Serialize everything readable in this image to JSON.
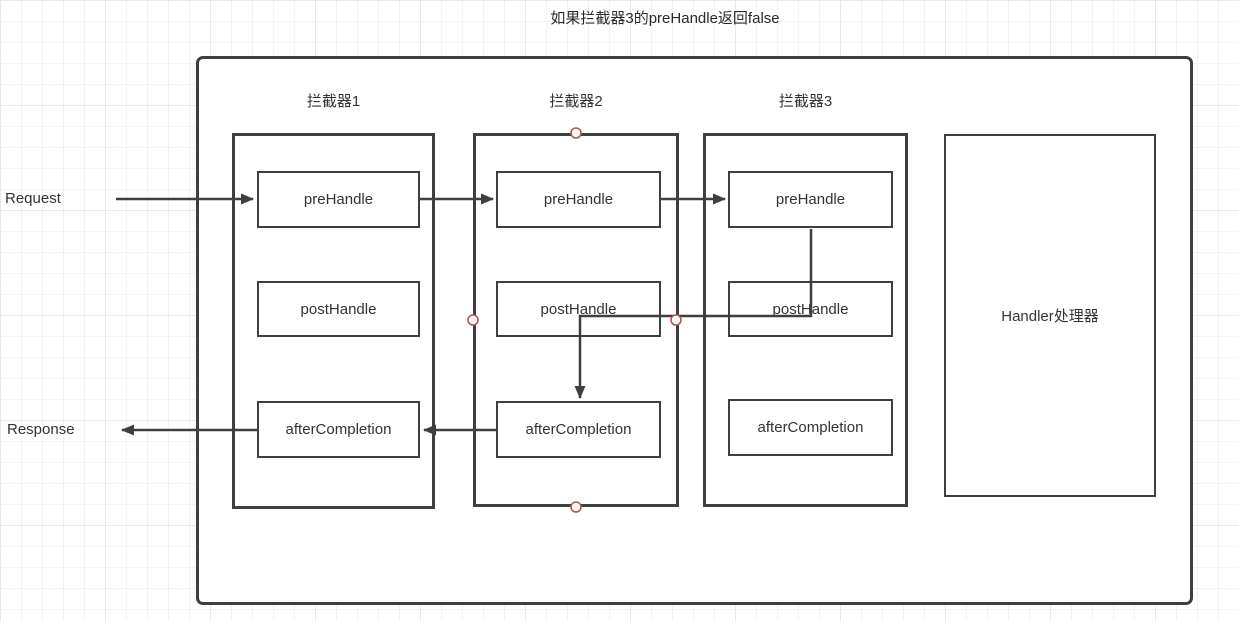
{
  "title": "如果拦截器3的preHandle返回false",
  "flow_labels": {
    "request": "Request",
    "response": "Response"
  },
  "interceptors": [
    {
      "label": "拦截器1",
      "boxes": [
        "preHandle",
        "postHandle",
        "afterCompletion"
      ]
    },
    {
      "label": "拦截器2",
      "boxes": [
        "preHandle",
        "postHandle",
        "afterCompletion"
      ]
    },
    {
      "label": "拦截器3",
      "boxes": [
        "preHandle",
        "postHandle",
        "afterCompletion"
      ]
    }
  ],
  "handler": {
    "label": "Handler处理器"
  },
  "colors": {
    "line": "#3f3f3f",
    "text": "#333333",
    "connection_point_stroke": "#b85450",
    "connection_point_fill": "#ffffff",
    "grid": "#f3f3f3",
    "background": "#ffffff"
  }
}
